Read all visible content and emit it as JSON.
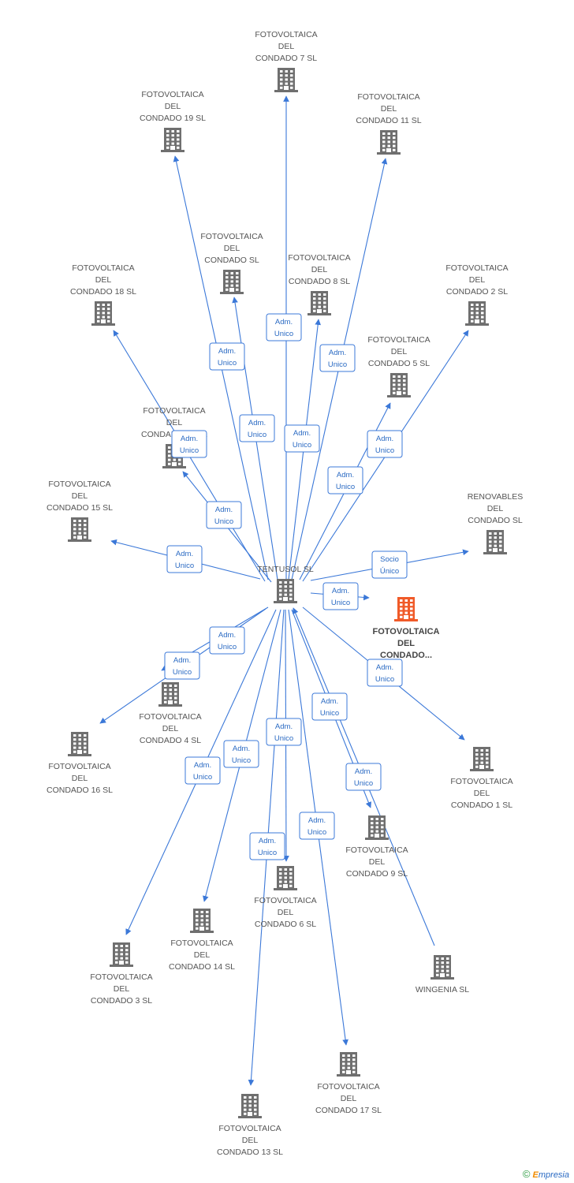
{
  "colors": {
    "edge": "#3b78d8",
    "node": "#6f6f6f",
    "focus_node": "#f05a28",
    "label": "#555555",
    "edge_label": "#2a6ac3"
  },
  "nodes": [
    {
      "id": "tentusol",
      "lines": [
        "TENTUSOL SL"
      ],
      "icon": "building-icon"
    },
    {
      "id": "focus",
      "lines": [
        "FOTOVOLTAICA",
        "DEL",
        "CONDADO..."
      ],
      "icon": "building-icon",
      "focus": true
    },
    {
      "id": "c7",
      "lines": [
        "FOTOVOLTAICA",
        "DEL",
        "CONDADO 7 SL"
      ],
      "icon": "building-icon"
    },
    {
      "id": "c19",
      "lines": [
        "FOTOVOLTAICA",
        "DEL",
        "CONDADO 19 SL"
      ],
      "icon": "building-icon"
    },
    {
      "id": "c11",
      "lines": [
        "FOTOVOLTAICA",
        "DEL",
        "CONDADO 11 SL"
      ],
      "icon": "building-icon"
    },
    {
      "id": "cSL",
      "lines": [
        "FOTOVOLTAICA",
        "DEL",
        "CONDADO SL"
      ],
      "icon": "building-icon"
    },
    {
      "id": "c8",
      "lines": [
        "FOTOVOLTAICA",
        "DEL",
        "CONDADO 8 SL"
      ],
      "icon": "building-icon"
    },
    {
      "id": "c18",
      "lines": [
        "FOTOVOLTAICA",
        "DEL",
        "CONDADO 18 SL"
      ],
      "icon": "building-icon"
    },
    {
      "id": "c2",
      "lines": [
        "FOTOVOLTAICA",
        "DEL",
        "CONDADO 2 SL"
      ],
      "icon": "building-icon"
    },
    {
      "id": "c5",
      "lines": [
        "FOTOVOLTAICA",
        "DEL",
        "CONDADO 5 SL"
      ],
      "icon": "building-icon"
    },
    {
      "id": "c10",
      "lines": [
        "FOTOVOLTAICA",
        "DEL",
        "CONDADO 10 SL"
      ],
      "icon": "building-icon"
    },
    {
      "id": "c15",
      "lines": [
        "FOTOVOLTAICA",
        "DEL",
        "CONDADO 15 SL"
      ],
      "icon": "building-icon"
    },
    {
      "id": "ren",
      "lines": [
        "RENOVABLES",
        "DEL",
        "CONDADO SL"
      ],
      "icon": "building-icon"
    },
    {
      "id": "c4",
      "lines": [
        "FOTOVOLTAICA",
        "DEL",
        "CONDADO 4 SL"
      ],
      "icon": "building-icon"
    },
    {
      "id": "c16",
      "lines": [
        "FOTOVOLTAICA",
        "DEL",
        "CONDADO 16 SL"
      ],
      "icon": "building-icon"
    },
    {
      "id": "c1",
      "lines": [
        "FOTOVOLTAICA",
        "DEL",
        "CONDADO 1 SL"
      ],
      "icon": "building-icon"
    },
    {
      "id": "c9",
      "lines": [
        "FOTOVOLTAICA",
        "DEL",
        "CONDADO 9 SL"
      ],
      "icon": "building-icon"
    },
    {
      "id": "c6",
      "lines": [
        "FOTOVOLTAICA",
        "DEL",
        "CONDADO 6 SL"
      ],
      "icon": "building-icon"
    },
    {
      "id": "c14",
      "lines": [
        "FOTOVOLTAICA",
        "DEL",
        "CONDADO 14 SL"
      ],
      "icon": "building-icon"
    },
    {
      "id": "c3",
      "lines": [
        "FOTOVOLTAICA",
        "DEL",
        "CONDADO 3 SL"
      ],
      "icon": "building-icon"
    },
    {
      "id": "wingenia",
      "lines": [
        "WINGENIA SL"
      ],
      "icon": "building-icon"
    },
    {
      "id": "c17",
      "lines": [
        "FOTOVOLTAICA",
        "DEL",
        "CONDADO 17 SL"
      ],
      "icon": "building-icon"
    },
    {
      "id": "c13",
      "lines": [
        "FOTOVOLTAICA",
        "DEL",
        "CONDADO 13 SL"
      ],
      "icon": "building-icon"
    }
  ],
  "edges": [
    {
      "from": "tentusol",
      "to": "c7",
      "label": [
        "Adm.",
        "Unico"
      ]
    },
    {
      "from": "tentusol",
      "to": "c19",
      "label": [
        "Adm.",
        "Unico"
      ]
    },
    {
      "from": "tentusol",
      "to": "c11",
      "label": [
        "Adm.",
        "Unico"
      ]
    },
    {
      "from": "tentusol",
      "to": "cSL",
      "label": [
        "Adm.",
        "Unico"
      ]
    },
    {
      "from": "tentusol",
      "to": "c8",
      "label": [
        "Adm.",
        "Unico"
      ]
    },
    {
      "from": "tentusol",
      "to": "c18",
      "label": [
        "Adm.",
        "Unico"
      ]
    },
    {
      "from": "tentusol",
      "to": "c2",
      "label": [
        "Adm.",
        "Unico"
      ]
    },
    {
      "from": "tentusol",
      "to": "c5",
      "label": [
        "Adm.",
        "Unico"
      ]
    },
    {
      "from": "tentusol",
      "to": "c10",
      "label": [
        "Adm.",
        "Unico"
      ]
    },
    {
      "from": "tentusol",
      "to": "c15",
      "label": [
        "Adm.",
        "Unico"
      ]
    },
    {
      "from": "tentusol",
      "to": "ren",
      "label": [
        "Socio",
        "Único"
      ]
    },
    {
      "from": "tentusol",
      "to": "focus",
      "label": [
        "Adm.",
        "Unico"
      ]
    },
    {
      "from": "tentusol",
      "to": "c4",
      "label": [
        "Adm.",
        "Unico"
      ]
    },
    {
      "from": "tentusol",
      "to": "c16",
      "label": [
        "Adm.",
        "Unico"
      ]
    },
    {
      "from": "tentusol",
      "to": "c1",
      "label": [
        "Adm.",
        "Unico"
      ]
    },
    {
      "from": "tentusol",
      "to": "c9",
      "label": [
        "Adm.",
        "Unico"
      ]
    },
    {
      "from": "tentusol",
      "to": "c6",
      "label": [
        "Adm.",
        "Unico"
      ]
    },
    {
      "from": "tentusol",
      "to": "c14",
      "label": [
        "Adm.",
        "Unico"
      ]
    },
    {
      "from": "tentusol",
      "to": "c3",
      "label": [
        "Adm.",
        "Unico"
      ]
    },
    {
      "from": "wingenia",
      "to": "tentusol",
      "label": [
        "Adm.",
        "Unico"
      ]
    },
    {
      "from": "tentusol",
      "to": "c17",
      "label": [
        "Adm.",
        "Unico"
      ]
    },
    {
      "from": "tentusol",
      "to": "c13",
      "label": [
        "Adm.",
        "Unico"
      ]
    }
  ],
  "copyright": {
    "symbol": "©",
    "brand_first": "E",
    "brand_rest": "mpresia"
  }
}
